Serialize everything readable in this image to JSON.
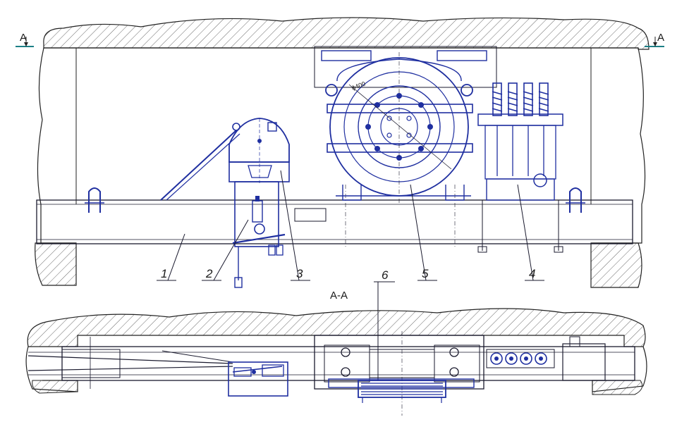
{
  "drawing": {
    "colors": {
      "line": "#1a1a2e",
      "part": "#1f2fa0",
      "hatch": "#333333",
      "marker": "#1c7f86"
    },
    "section_marks": {
      "left": "A",
      "right": "A",
      "section_title": "A-A"
    },
    "dimension": "ϕ400",
    "callouts": [
      {
        "number": "1"
      },
      {
        "number": "2"
      },
      {
        "number": "3"
      },
      {
        "number": "5"
      },
      {
        "number": "4"
      },
      {
        "number": "6"
      }
    ]
  }
}
